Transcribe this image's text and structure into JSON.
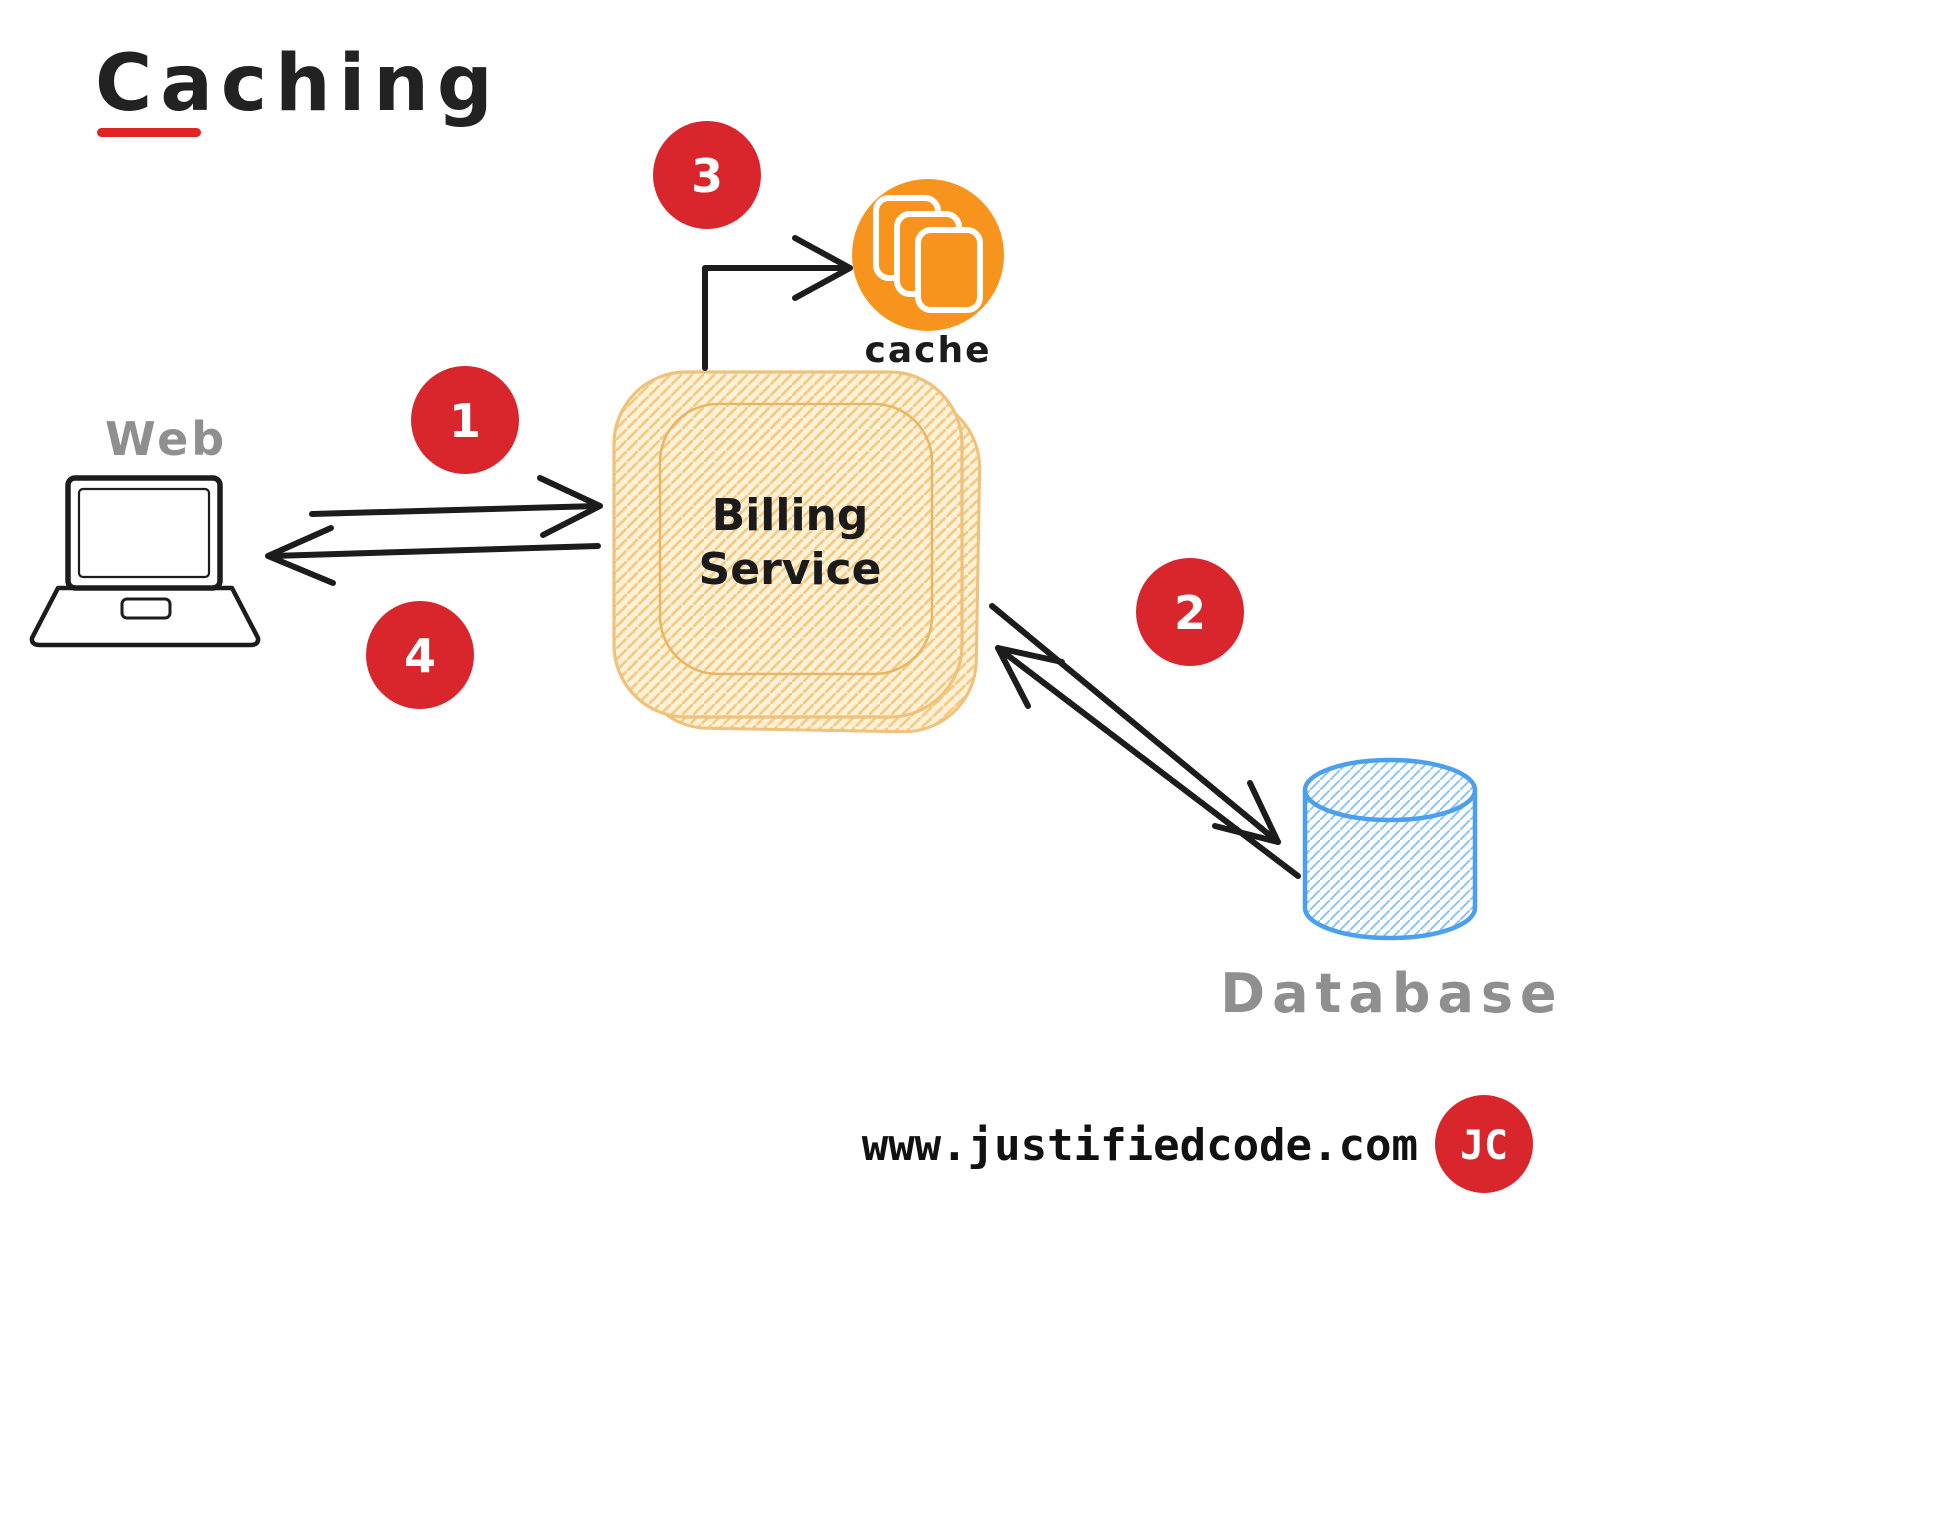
{
  "title": {
    "text": "Caching"
  },
  "nodes": {
    "web": {
      "label": "Web"
    },
    "billing": {
      "label_line1": "Billing",
      "label_line2": "Service"
    },
    "cache": {
      "label": "cache"
    },
    "database": {
      "label": "Database"
    }
  },
  "step_badges": {
    "s1": "1",
    "s2": "2",
    "s3": "3",
    "s4": "4"
  },
  "footer": {
    "url": "www.justifiedcode.com",
    "logo": "JC"
  },
  "colors": {
    "badge_red": "#d8262c",
    "underline_red": "#e02424",
    "cache_orange": "#f7941d",
    "billing_border": "#eec27b",
    "billing_hatch": "#f5c97f",
    "billing_fill": "#fdf1d8",
    "database_blue": "#4aa0ee",
    "database_hatch": "#8cc4f3",
    "label_gray": "#8f8f8f",
    "ink_black": "#1c1c1c"
  }
}
